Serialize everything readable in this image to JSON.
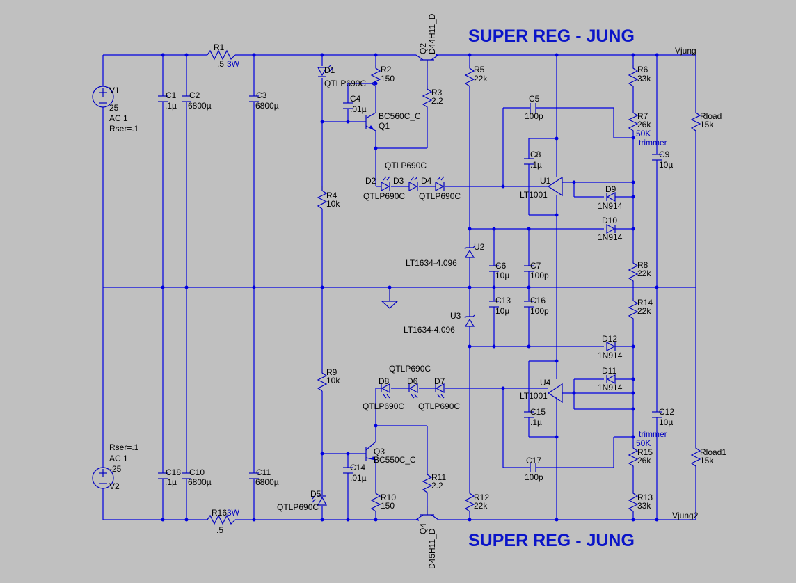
{
  "title_top": "SUPER REG - JUNG",
  "title_bottom": "SUPER REG - JUNG",
  "nets": {
    "vout_pos": "Vjung",
    "vout_neg": "Vjung2"
  },
  "sources": {
    "v1": {
      "name": "V1",
      "value": "25",
      "ac": "AC 1",
      "rser": "Rser=.1"
    },
    "v2": {
      "name": "V2",
      "value": "-25",
      "ac": "AC 1",
      "rser": "Rser=.1"
    }
  },
  "resistors": {
    "r1": {
      "name": "R1",
      "value": ".5",
      "rating": "3W"
    },
    "r16": {
      "name": "R16",
      "value": ".5",
      "rating": "3W"
    },
    "r2": {
      "name": "R2",
      "value": "150"
    },
    "r3": {
      "name": "R3",
      "value": "2.2"
    },
    "r4": {
      "name": "R4",
      "value": "10k"
    },
    "r5": {
      "name": "R5",
      "value": "22k"
    },
    "r6": {
      "name": "R6",
      "value": "33k"
    },
    "r7": {
      "name": "R7",
      "value": "26k",
      "note": "50K",
      "note2": "trimmer"
    },
    "r8": {
      "name": "R8",
      "value": "22k"
    },
    "r9": {
      "name": "R9",
      "value": "10k"
    },
    "r10": {
      "name": "R10",
      "value": "150"
    },
    "r11": {
      "name": "R11",
      "value": "2.2"
    },
    "r12": {
      "name": "R12",
      "value": "22k"
    },
    "r13": {
      "name": "R13",
      "value": "33k"
    },
    "r14": {
      "name": "R14",
      "value": "22k"
    },
    "r15": {
      "name": "R15",
      "value": "26k",
      "note": "50K",
      "note2": "trimmer"
    },
    "rload": {
      "name": "Rload",
      "value": "15k"
    },
    "rload1": {
      "name": "Rload1",
      "value": "15k"
    }
  },
  "capacitors": {
    "c1": {
      "name": "C1",
      "value": ".1µ"
    },
    "c2": {
      "name": "C2",
      "value": "6800µ"
    },
    "c3": {
      "name": "C3",
      "value": "6800µ"
    },
    "c4": {
      "name": "C4",
      "value": ".01µ"
    },
    "c5": {
      "name": "C5",
      "value": "100p"
    },
    "c6": {
      "name": "C6",
      "value": "10µ"
    },
    "c7": {
      "name": "C7",
      "value": "100p"
    },
    "c8": {
      "name": "C8",
      "value": ".1µ"
    },
    "c9": {
      "name": "C9",
      "value": "10µ"
    },
    "c10": {
      "name": "C10",
      "value": "6800µ"
    },
    "c11": {
      "name": "C11",
      "value": "6800µ"
    },
    "c12": {
      "name": "C12",
      "value": "10µ"
    },
    "c13": {
      "name": "C13",
      "value": "10µ"
    },
    "c14": {
      "name": "C14",
      "value": ".01µ"
    },
    "c15": {
      "name": "C15",
      "value": ".1µ"
    },
    "c16": {
      "name": "C16",
      "value": "100p"
    },
    "c17": {
      "name": "C17",
      "value": "100p"
    },
    "c18": {
      "name": "C18",
      "value": ".1µ"
    }
  },
  "diodes": {
    "d1": {
      "name": "D1",
      "value": "QTLP690C"
    },
    "d2": {
      "name": "D2",
      "value": "QTLP690C"
    },
    "d3": {
      "name": "D3",
      "value": "QTLP690C"
    },
    "d4": {
      "name": "D4",
      "value": "QTLP690C"
    },
    "d5": {
      "name": "D5",
      "value": "QTLP690C"
    },
    "d6": {
      "name": "D6",
      "value": "QTLP690C"
    },
    "d7": {
      "name": "D7",
      "value": "QTLP690C"
    },
    "d8": {
      "name": "D8",
      "value": "QTLP690C"
    },
    "d9": {
      "name": "D9",
      "value": "1N914"
    },
    "d10": {
      "name": "D10",
      "value": "1N914"
    },
    "d11": {
      "name": "D11",
      "value": "1N914"
    },
    "d12": {
      "name": "D12",
      "value": "1N914"
    }
  },
  "transistors": {
    "q1": {
      "name": "Q1",
      "value": "BC560C_C"
    },
    "q2": {
      "name": "Q2",
      "value": "D44H11_D"
    },
    "q3": {
      "name": "Q3",
      "value": "BC550C_C"
    },
    "q4": {
      "name": "Q4",
      "value": "D45H11_D"
    }
  },
  "ics": {
    "u1": {
      "name": "U1",
      "value": "LT1001"
    },
    "u2": {
      "name": "U2",
      "value": "LT1634-4.096"
    },
    "u3": {
      "name": "U3",
      "value": "LT1634-4.096"
    },
    "u4": {
      "name": "U4",
      "value": "LT1001"
    }
  },
  "colors": {
    "background": "#c0c0c0",
    "wire": "#0000e0",
    "title": "#0a14c8"
  }
}
